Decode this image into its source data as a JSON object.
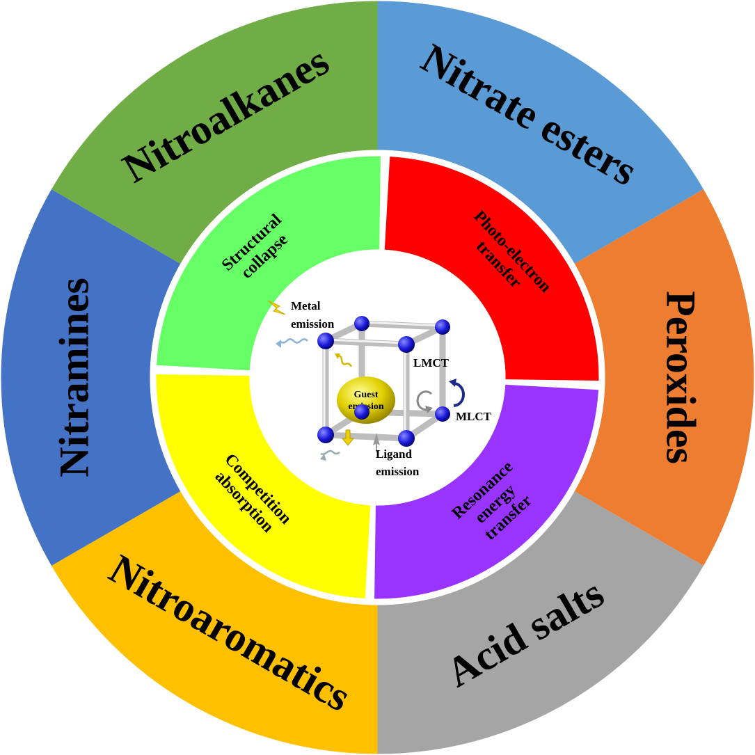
{
  "outer_ring": {
    "segments": [
      {
        "label": "Nitrate esters",
        "color": "#5b9bd5"
      },
      {
        "label": "Peroxides",
        "color": "#ed7d31"
      },
      {
        "label": "Acid salts",
        "color": "#a5a5a5"
      },
      {
        "label": "Nitroaromatics",
        "color": "#ffc000"
      },
      {
        "label": "Nitramines",
        "color": "#4472c4"
      },
      {
        "label": "Nitroalkanes",
        "color": "#70ad47"
      }
    ]
  },
  "inner_ring": {
    "segments": [
      {
        "lines": [
          "Photo-electron",
          "transfer"
        ],
        "color": "#ff0000"
      },
      {
        "lines": [
          "Resonance",
          "energy",
          "transfer"
        ],
        "color": "#9933ff"
      },
      {
        "lines": [
          "Competition",
          "absorption"
        ],
        "color": "#ffff00"
      },
      {
        "lines": [
          "Structural",
          "collapse"
        ],
        "color": "#66ff66"
      }
    ]
  },
  "center": {
    "metal_emission": [
      "Metal",
      "emission"
    ],
    "lmct": "LMCT",
    "mlct": "MLCT",
    "ligand_emission": [
      "Ligand",
      "emission"
    ],
    "guest_emission": [
      "Guest",
      "emission"
    ],
    "node_color": "#1a1ad9",
    "guest_color": "#e0d000"
  }
}
